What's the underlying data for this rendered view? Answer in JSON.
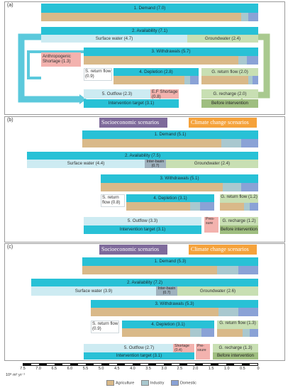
{
  "panels": [
    {
      "label": "(a)",
      "demand": "1.  Demand (7.0)",
      "availability": "2. Availability (7.1)",
      "surface_water": "Surface water (4.7)",
      "groundwater": "Groundwater (2.4)",
      "withdrawals": "3. Withdrawals (5.7)",
      "shortage": "Anthropogenic Shortage (1.3)",
      "s_return": "S. return flow (0.9)",
      "depletion": "4. Depletion (2.8)",
      "g_return": "G. return flow (2.0)",
      "outflow": "5. Outflow (2.3)",
      "ef_shortage": "E.F Shortage (0.8)",
      "g_recharge": "G. recharge (2.0)",
      "intervention": "Intervention target (3.1)",
      "before": "Before intervention"
    },
    {
      "label": "(b)",
      "socio": "Socioeconomic scenarios",
      "climate": "Climate change scenarios",
      "demand": "1. Demand (5.1)",
      "availability": "2. Availability (7.5)",
      "surface_water": "Surface water (4.4)",
      "inter_basin": "Inter-basin (0.7)",
      "groundwater": "Groundwater (2.4)",
      "withdrawals": "3. Withdrawals (5.1)",
      "s_return": "S. return flow (0.8)",
      "depletion": "4. Depletion (3.1)",
      "g_return": "G. return flow (1.2)",
      "outflow": "5. Outflow (3.3)",
      "pressure": "Pres- sure",
      "g_recharge": "G. recharge (1.2)",
      "intervention": "Intervention target (3.1)",
      "before": "Before intervention"
    },
    {
      "label": "(c)",
      "socio": "Socioeconomic scenarios",
      "climate": "Climate change scenarios",
      "demand": "1. Demand (5.3)",
      "availability": "2. Availability (7.2)",
      "surface_water": "Surface water (3.9)",
      "inter_basin": "Inter-basin (0.7)",
      "groundwater": "Groundwater (2.6)",
      "withdrawals": "3. Withdrawals (5.3)",
      "s_return": "S. return flow (0.9)",
      "depletion": "4. Depletion (3.1)",
      "g_return": "G. return flow (1.3)",
      "outflow": "5. Outflow (2.7)",
      "shortage": "Shortage (0.4)",
      "pressure": "Pre- ssure",
      "g_recharge": "G. recharge (1.3)",
      "intervention": "Intervention target (3.1)",
      "before": "Before intervention"
    }
  ],
  "axis": {
    "ticks": [
      "7.5",
      "7.0",
      "6.5",
      "6.0",
      "5.5",
      "5.0",
      "4.5",
      "4.0",
      "3.5",
      "3.0",
      "2.5",
      "2.0",
      "1.5",
      "1.0",
      "0.5",
      "0"
    ],
    "unit": "10⁸ m³ yr⁻¹"
  },
  "legend": {
    "agriculture": "Agriculture",
    "industry": "Industry",
    "domestic": "Domestic"
  },
  "colors": {
    "cyan": "#28c1d6",
    "agriculture": "#d9b989",
    "industry": "#a9c8cf",
    "domestic": "#8aa2d6",
    "green": "#9fbe80",
    "purple": "#7e6a9b",
    "orange": "#f5a23b",
    "pink": "#f3b2ae"
  }
}
